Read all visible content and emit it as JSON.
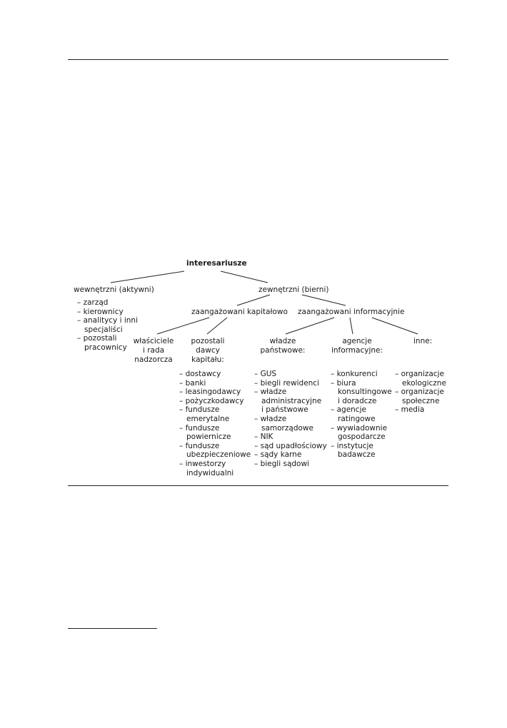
{
  "diagram": {
    "root": "interesariusze",
    "internal": {
      "label": "wewnętrzni (aktywni)",
      "items": [
        "zarząd",
        "kierownicy",
        "analitycy i inni\nspecjaliści",
        "pozostali\npracownicy"
      ]
    },
    "external": {
      "label": "zewnętrzni (bierni)",
      "capital": {
        "label": "zaangażowani kapitałowo",
        "owners": "właściciele\ni rada\nnadzorcza",
        "other_capital": {
          "label": "pozostali\ndawcy\nkapitału:",
          "items": [
            "dostawcy",
            "banki",
            "leasingodawcy",
            "pożyczkodawcy",
            "fundusze\nemerytalne",
            "fundusze\npowiernicze",
            "fundusze\nubezpieczeniowe",
            "inwestorzy\nindywidualni"
          ]
        }
      },
      "information": {
        "label": "zaangażowani informacyjnie",
        "state": {
          "label": "władze\npaństwowe:",
          "items": [
            "GUS",
            "biegli rewidenci",
            "władze\nadministracyjne\ni państwowe",
            "władze\nsamorządowe",
            "NIK",
            "sąd upadłościowy",
            "sądy karne",
            "biegli sądowi"
          ]
        },
        "agencies": {
          "label": "agencje\ninformacyjne:",
          "items": [
            "konkurenci",
            "biura\nkonsultingowe\ni doradcze",
            "agencje\nratingowe",
            "wywiadownie\ngospodarcze",
            "instytucje\nbadawcze"
          ]
        },
        "others": {
          "label": "inne:",
          "items": [
            "organizacje\nekologiczne",
            "organizacje\nspołeczne",
            "media"
          ]
        }
      }
    }
  }
}
